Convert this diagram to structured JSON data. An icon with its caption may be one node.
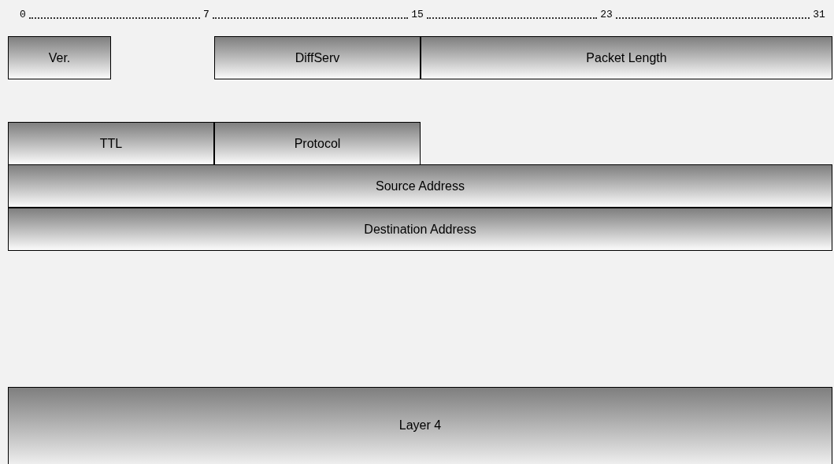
{
  "diagram": {
    "nodes": [
      {
        "text": [
          "Ver."
        ]
      },
      {
        "text": [
          "DiffServ"
        ]
      },
      {
        "text": [
          "Packet Length"
        ]
      },
      {
        "text": [
          "TTL"
        ]
      },
      {
        "text": [
          "Protocol"
        ]
      },
      {
        "text": [
          "Source Address"
        ]
      },
      {
        "text": [
          "Destination Address"
        ]
      },
      {
        "text": [
          "Layer 4"
        ]
      }
    ],
    "labels": [
      "0",
      "7",
      "15",
      "23",
      "31"
    ]
  }
}
